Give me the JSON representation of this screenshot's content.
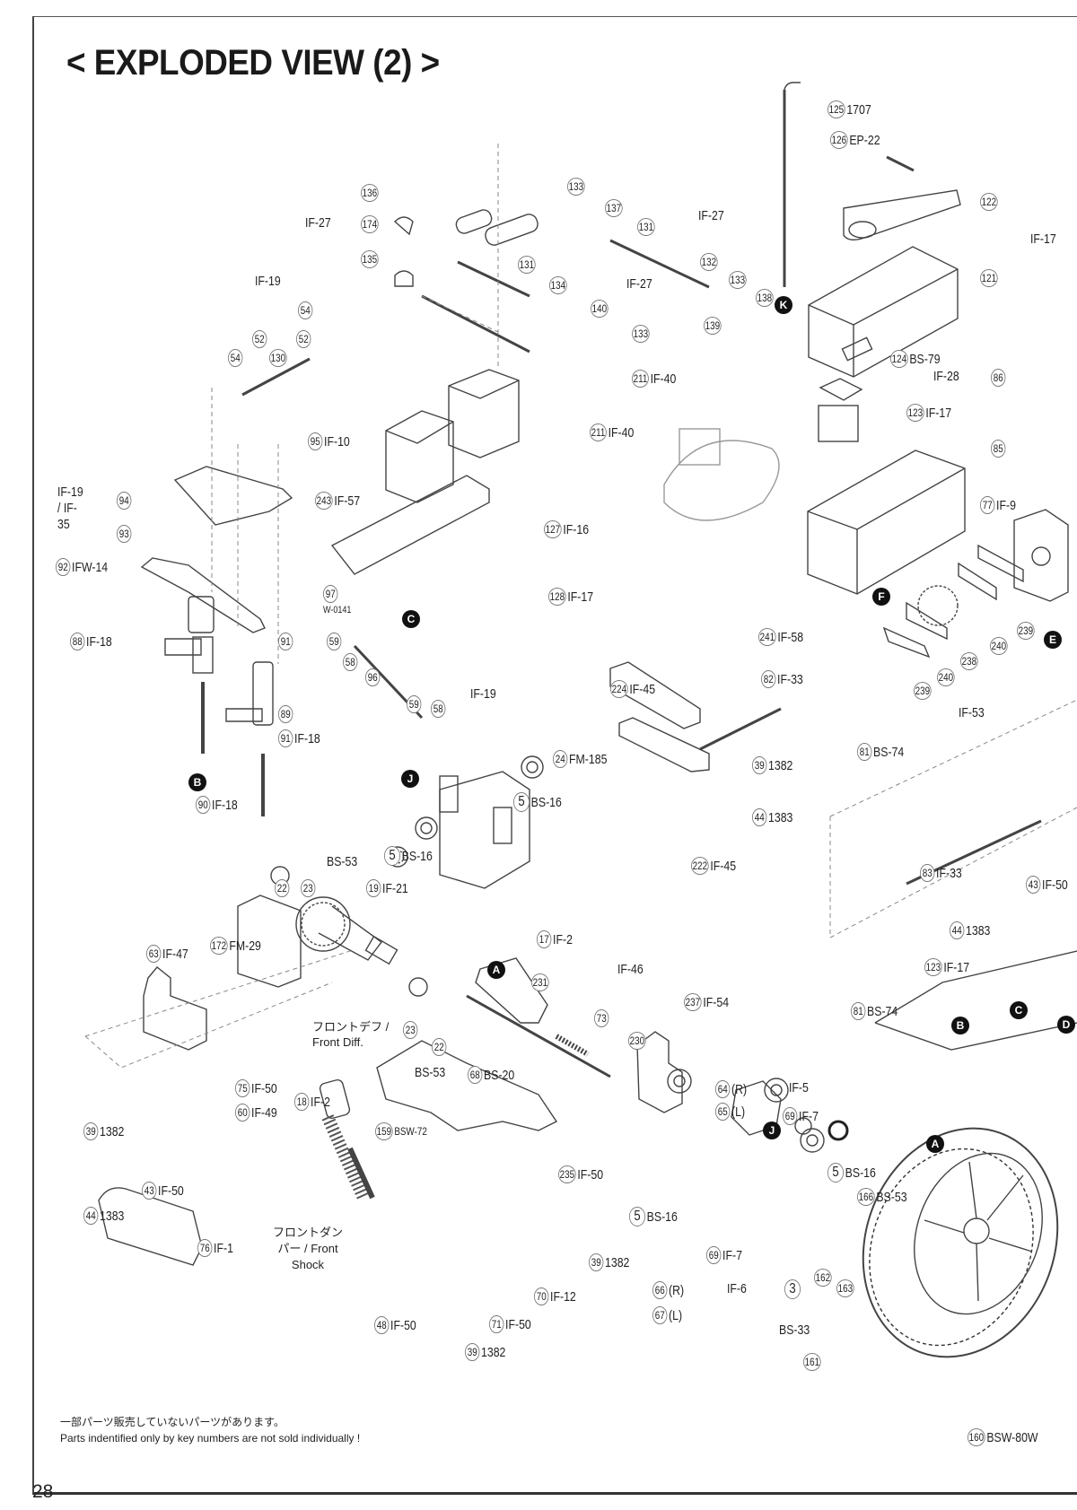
{
  "page": {
    "title": "< EXPLODED VIEW (2) >",
    "page_number": "28",
    "note_jp": "一部パーツ販売していないパーツがあります。",
    "note_en": "Parts indentified only by key numbers are not sold individually !"
  },
  "callouts": [
    {
      "id": "c125",
      "num": "125",
      "code": "1707"
    },
    {
      "id": "c126",
      "num": "126",
      "code": "EP-22"
    },
    {
      "id": "c122",
      "num": "122",
      "code": ""
    },
    {
      "id": "c121",
      "num": "121",
      "code": ""
    },
    {
      "id": "g_if17_top",
      "num": "",
      "code": "IF-17"
    },
    {
      "id": "c136",
      "num": "136",
      "code": ""
    },
    {
      "id": "c174",
      "num": "174",
      "code": ""
    },
    {
      "id": "c135",
      "num": "135",
      "code": ""
    },
    {
      "id": "g_if27_left",
      "num": "",
      "code": "IF-27"
    },
    {
      "id": "c133a",
      "num": "133",
      "code": ""
    },
    {
      "id": "c137",
      "num": "137",
      "code": ""
    },
    {
      "id": "c131a",
      "num": "131",
      "code": ""
    },
    {
      "id": "g_if27_right",
      "num": "",
      "code": "IF-27"
    },
    {
      "id": "c131b",
      "num": "131",
      "code": ""
    },
    {
      "id": "c134",
      "num": "134",
      "code": ""
    },
    {
      "id": "c132",
      "num": "132",
      "code": ""
    },
    {
      "id": "c133b",
      "num": "133",
      "code": ""
    },
    {
      "id": "c138",
      "num": "138",
      "code": ""
    },
    {
      "id": "g_if27_mid",
      "num": "",
      "code": "IF-27"
    },
    {
      "id": "c140",
      "num": "140",
      "code": ""
    },
    {
      "id": "c133c",
      "num": "133",
      "code": ""
    },
    {
      "id": "c139",
      "num": "139",
      "code": ""
    },
    {
      "id": "c211a",
      "num": "211",
      "code": "IF-40"
    },
    {
      "id": "c211b",
      "num": "211",
      "code": "IF-40"
    },
    {
      "id": "g_if19_top",
      "num": "",
      "code": "IF-19"
    },
    {
      "id": "c54a",
      "num": "54",
      "code": ""
    },
    {
      "id": "c52a",
      "num": "52",
      "code": ""
    },
    {
      "id": "c54b",
      "num": "54",
      "code": ""
    },
    {
      "id": "c130",
      "num": "130",
      "code": ""
    },
    {
      "id": "c52b",
      "num": "52",
      "code": ""
    },
    {
      "id": "c95",
      "num": "95",
      "code": "IF-10"
    },
    {
      "id": "c243",
      "num": "243",
      "code": "IF-57"
    },
    {
      "id": "c127",
      "num": "127",
      "code": "IF-16"
    },
    {
      "id": "c128",
      "num": "128",
      "code": "IF-17"
    },
    {
      "id": "g_if19_if35",
      "num": "",
      "code": "IF-19 / IF-35"
    },
    {
      "id": "c94",
      "num": "94",
      "code": ""
    },
    {
      "id": "c93",
      "num": "93",
      "code": ""
    },
    {
      "id": "c92",
      "num": "92",
      "code": "IFW-14"
    },
    {
      "id": "c88",
      "num": "88",
      "code": "IF-18"
    },
    {
      "id": "c97",
      "num": "97",
      "code": "W-0141"
    },
    {
      "id": "c91a",
      "num": "91",
      "code": ""
    },
    {
      "id": "c59a",
      "num": "59",
      "code": ""
    },
    {
      "id": "c58a",
      "num": "58",
      "code": ""
    },
    {
      "id": "c96",
      "num": "96",
      "code": ""
    },
    {
      "id": "c59b",
      "num": "59",
      "code": ""
    },
    {
      "id": "c58b",
      "num": "58",
      "code": ""
    },
    {
      "id": "g_if19_mid",
      "num": "",
      "code": "IF-19"
    },
    {
      "id": "c89",
      "num": "89",
      "code": ""
    },
    {
      "id": "c91b",
      "num": "91",
      "code": "IF-18"
    },
    {
      "id": "c90",
      "num": "90",
      "code": "IF-18"
    },
    {
      "id": "c124",
      "num": "124",
      "code": "BS-79"
    },
    {
      "id": "c123a",
      "num": "123",
      "code": "IF-17"
    },
    {
      "id": "g_if28",
      "num": "",
      "code": "IF-28"
    },
    {
      "id": "c86",
      "num": "86",
      "code": ""
    },
    {
      "id": "c85",
      "num": "85",
      "code": ""
    },
    {
      "id": "c77",
      "num": "77",
      "code": "IF-9"
    },
    {
      "id": "c241",
      "num": "241",
      "code": "IF-58"
    },
    {
      "id": "c82",
      "num": "82",
      "code": "IF-33"
    },
    {
      "id": "c239a",
      "num": "239",
      "code": ""
    },
    {
      "id": "c240a",
      "num": "240",
      "code": ""
    },
    {
      "id": "c238",
      "num": "238",
      "code": ""
    },
    {
      "id": "c240b",
      "num": "240",
      "code": ""
    },
    {
      "id": "c239b",
      "num": "239",
      "code": ""
    },
    {
      "id": "g_if53",
      "num": "",
      "code": "IF-53"
    },
    {
      "id": "c81a",
      "num": "81",
      "code": "BS-74"
    },
    {
      "id": "c224",
      "num": "224",
      "code": "IF-45"
    },
    {
      "id": "c24",
      "num": "24",
      "code": "FM-185"
    },
    {
      "id": "c39a",
      "num": "39",
      "code": "1382"
    },
    {
      "id": "c5a",
      "num": "5",
      "code": "BS-16"
    },
    {
      "id": "c44a",
      "num": "44",
      "code": "1383"
    },
    {
      "id": "c222",
      "num": "222",
      "code": "IF-45"
    },
    {
      "id": "c5b",
      "num": "5",
      "code": "BS-16"
    },
    {
      "id": "g_bs53_top",
      "num": "",
      "code": "BS-53"
    },
    {
      "id": "c22a",
      "num": "22",
      "code": ""
    },
    {
      "id": "c23a",
      "num": "23",
      "code": ""
    },
    {
      "id": "c19",
      "num": "19",
      "code": "IF-21"
    },
    {
      "id": "c17",
      "num": "17",
      "code": "IF-2"
    },
    {
      "id": "c83",
      "num": "83",
      "code": "IF-33"
    },
    {
      "id": "c43a",
      "num": "43",
      "code": "IF-50"
    },
    {
      "id": "c44b",
      "num": "44",
      "code": "1383"
    },
    {
      "id": "c81b",
      "num": "81",
      "code": "BS-74"
    },
    {
      "id": "c123b",
      "num": "123",
      "code": "IF-17"
    },
    {
      "id": "c63",
      "num": "63",
      "code": "IF-47"
    },
    {
      "id": "c172",
      "num": "172",
      "code": "FM-29"
    },
    {
      "id": "c231",
      "num": "231",
      "code": ""
    },
    {
      "id": "g_if46",
      "num": "",
      "code": "IF-46"
    },
    {
      "id": "c237",
      "num": "237",
      "code": "IF-54"
    },
    {
      "id": "c73",
      "num": "73",
      "code": ""
    },
    {
      "id": "c230",
      "num": "230",
      "code": ""
    },
    {
      "id": "t_front_diff",
      "num": "",
      "code": "フロントデフ / Front Diff."
    },
    {
      "id": "c23b",
      "num": "23",
      "code": ""
    },
    {
      "id": "c22b",
      "num": "22",
      "code": ""
    },
    {
      "id": "g_bs53_bot",
      "num": "",
      "code": "BS-53"
    },
    {
      "id": "c68",
      "num": "68",
      "code": "BS-20"
    },
    {
      "id": "c75",
      "num": "75",
      "code": "IF-50"
    },
    {
      "id": "c18",
      "num": "18",
      "code": "IF-2"
    },
    {
      "id": "c60",
      "num": "60",
      "code": "IF-49"
    },
    {
      "id": "c39b",
      "num": "39",
      "code": "1382"
    },
    {
      "id": "c43b",
      "num": "43",
      "code": "IF-50"
    },
    {
      "id": "c44c",
      "num": "44",
      "code": "1383"
    },
    {
      "id": "c64",
      "num": "64",
      "code": "(R)"
    },
    {
      "id": "c65",
      "num": "65",
      "code": "(L)"
    },
    {
      "id": "g_if5",
      "num": "",
      "code": "IF-5"
    },
    {
      "id": "c69a",
      "num": "69",
      "code": "IF-7"
    },
    {
      "id": "c159",
      "num": "159",
      "code": "BSW-72"
    },
    {
      "id": "c235",
      "num": "235",
      "code": "IF-50"
    },
    {
      "id": "c5c",
      "num": "5",
      "code": "BS-16"
    },
    {
      "id": "c166",
      "num": "166",
      "code": "BS-53"
    },
    {
      "id": "c5d",
      "num": "5",
      "code": "BS-16"
    },
    {
      "id": "c69b",
      "num": "69",
      "code": "IF-7"
    },
    {
      "id": "t_front_shock",
      "num": "",
      "code": "フロントダンパー / Front Shock"
    },
    {
      "id": "c76",
      "num": "76",
      "code": "IF-1"
    },
    {
      "id": "c39c",
      "num": "39",
      "code": "1382"
    },
    {
      "id": "c70",
      "num": "70",
      "code": "IF-12"
    },
    {
      "id": "c66",
      "num": "66",
      "code": "(R)"
    },
    {
      "id": "c67",
      "num": "67",
      "code": "(L)"
    },
    {
      "id": "g_if6",
      "num": "",
      "code": "IF-6"
    },
    {
      "id": "c3",
      "num": "3",
      "code": ""
    },
    {
      "id": "c162",
      "num": "162",
      "code": ""
    },
    {
      "id": "c163",
      "num": "163",
      "code": ""
    },
    {
      "id": "g_bs33",
      "num": "",
      "code": "BS-33"
    },
    {
      "id": "c48",
      "num": "48",
      "code": "IF-50"
    },
    {
      "id": "c71",
      "num": "71",
      "code": "IF-50"
    },
    {
      "id": "c39d",
      "num": "39",
      "code": "1382"
    },
    {
      "id": "c161",
      "num": "161",
      "code": ""
    },
    {
      "id": "c160",
      "num": "160",
      "code": "BSW-80W"
    }
  ],
  "keys": [
    {
      "id": "kK",
      "letter": "K"
    },
    {
      "id": "kC",
      "letter": "C"
    },
    {
      "id": "kF",
      "letter": "F"
    },
    {
      "id": "kE",
      "letter": "E"
    },
    {
      "id": "kB",
      "letter": "B"
    },
    {
      "id": "kJa",
      "letter": "J"
    },
    {
      "id": "kA",
      "letter": "A"
    },
    {
      "id": "kJb",
      "letter": "J"
    },
    {
      "id": "kA2",
      "letter": "A"
    },
    {
      "id": "kB2",
      "letter": "B"
    },
    {
      "id": "kC2",
      "letter": "C"
    },
    {
      "id": "kD2",
      "letter": "D"
    }
  ]
}
